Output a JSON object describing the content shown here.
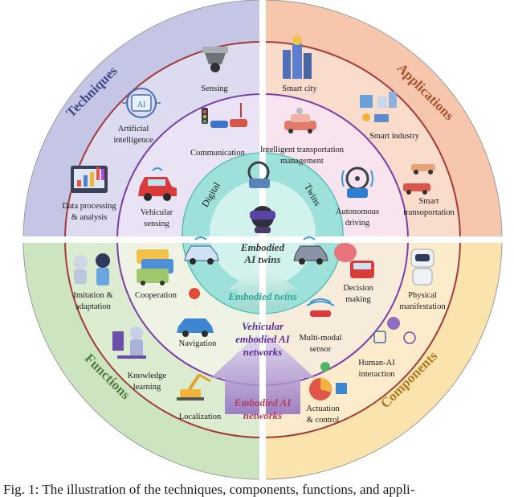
{
  "quadrants": {
    "techniques": {
      "title": "Techniques",
      "color": "#3f4a86"
    },
    "applications": {
      "title": "Applications",
      "color": "#a6522d"
    },
    "functions": {
      "title": "Functions",
      "color": "#4f7a3c"
    },
    "components": {
      "title": "Components",
      "color": "#a87a1f"
    }
  },
  "outer_items": {
    "sensing": "Sensing",
    "artificial_intelligence": [
      "Artificial",
      "intelligence"
    ],
    "data_processing": [
      "Data processing",
      "& analysis"
    ],
    "smart_city": "Smart city",
    "smart_industry": "Smart industry",
    "smart_transportation": [
      "Smart",
      "transoportation"
    ],
    "imitation": [
      "Imitation &",
      "adaptation"
    ],
    "knowledge_learning": [
      "Knowledge",
      "learning"
    ],
    "localization": "Localization",
    "physical_manifestation": [
      "Physical",
      "manifestation"
    ],
    "human_ai_interaction": [
      "Human-AI",
      "interaction"
    ],
    "actuation_control": [
      "Actuation",
      "& control"
    ]
  },
  "middle_items": {
    "communication": "Communication",
    "intelligent_transportation": [
      "Intelligent transportation",
      "management"
    ],
    "vehicular_sensing": [
      "Vehicular",
      "sensing"
    ],
    "autonomous_driving": [
      "Autonomous",
      "driving"
    ],
    "cooperation": "Cooperation",
    "decision_making": [
      "Decision",
      "making"
    ],
    "navigation": "Navigation",
    "multimodal_sensor": [
      "Multi-modal",
      "sensor"
    ]
  },
  "inner": {
    "digital": "Digital",
    "twins": "Twins",
    "embodied_ai_twins": [
      "Embodied",
      "AI twins"
    ],
    "embodied_twins": "Embodied twins",
    "vehicular_networks": [
      "Vehicular",
      "embodied AI",
      "networks"
    ],
    "embodied_ai_networks": [
      "Embodied AI",
      "networks"
    ]
  },
  "caption": "Fig. 1: The illustration of the techniques, components, functions, and appli-"
}
